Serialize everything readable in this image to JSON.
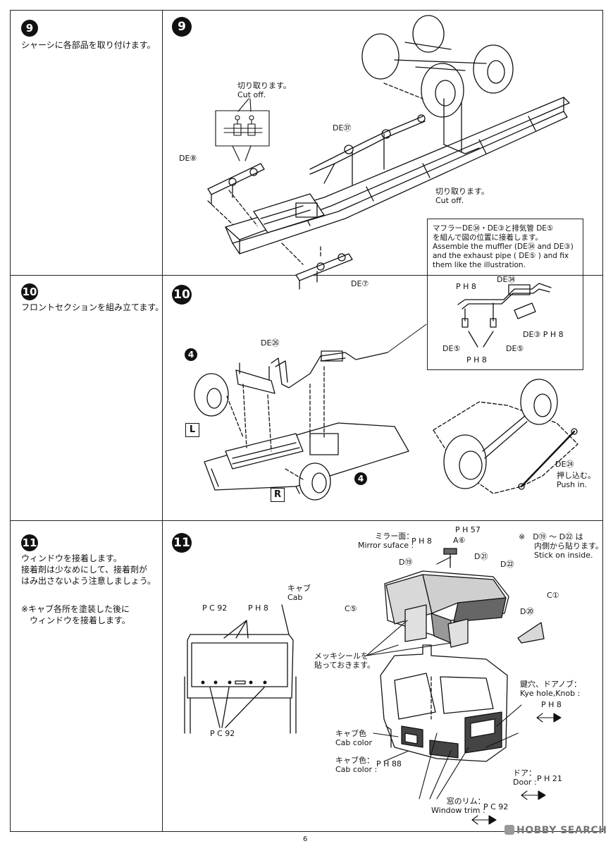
{
  "steps": [
    {
      "number": "9",
      "left_text": "シャーシに各部品を取り付けます。"
    },
    {
      "number": "10",
      "left_text": "フロントセクションを組み立てます。"
    },
    {
      "number": "11",
      "left_text": "ウィンドウを接着します。\n接着剤は少なめにして、接着剤が\nはみ出さないよう注意しましょう。",
      "note": "※キャブ各所を塗装した後に\n　ウィンドウを接着します。"
    }
  ],
  "step9": {
    "cut_top": "切り取ります。\nCut off.",
    "cut_right": "切り取ります。\nCut off.",
    "de37": "DE㊲",
    "de8": "DE⑧",
    "de7": "DE⑦"
  },
  "step10": {
    "de26": "DE㉖",
    "wheel_num": "4",
    "side_L": "L",
    "side_R": "R",
    "de24": "DE㉔",
    "push_in": "押し込む。\nPush in.",
    "info": {
      "text": "マフラーDE㉞・DE③と排気管 DE⑤\nを組んで図の位置に接着します。\nAssemble the muffler (DE㉞ and DE③)\nand the exhaust pipe ( DE⑤ ) and fix\nthem like the illustration.",
      "ph8_a": "P H 8",
      "de34": "DE㉞",
      "de3ph8": "DE③ P H 8",
      "de5_left": "DE⑤",
      "de5_right": "DE⑤",
      "ph8_b": "P H 8"
    }
  },
  "step11": {
    "mirror": "ミラー面：\nMirror suface :",
    "mirror_ph": "P H 8",
    "ph57": "P H 57",
    "a6": "A⑥",
    "d19": "D⑲",
    "d21": "D㉑",
    "d22": "D㉒",
    "d20": "D⑳",
    "c5": "C⑤",
    "c1": "C①",
    "stick_note": "※　D⑲ ～ D㉒ は\n　　内側から貼ります。\n　　Stick on inside.",
    "cab": "キャブ\nCab",
    "pc92_top": "P C 92",
    "ph8_top": "P H 8",
    "pc92_bottom": "P C 92",
    "metal_seal": "メッキシールを\n貼っておきます。",
    "keyhole": "鍵穴、ドアノブ：\nKye hole,Knob :",
    "keyhole_ph": "P H 8",
    "cab_color1": "キャブ色\nCab color",
    "cab_color2": "キャブ色：\nCab color :",
    "cab_color2_ph": "P H 88",
    "door": "ドア：\nDoor :",
    "door_ph": "P H 21",
    "window_trim": "窓のリム：\nWindow trim :",
    "window_trim_pc": "P C 92"
  },
  "footer": {
    "page": "6",
    "watermark": "HOBBY SEARCH"
  }
}
